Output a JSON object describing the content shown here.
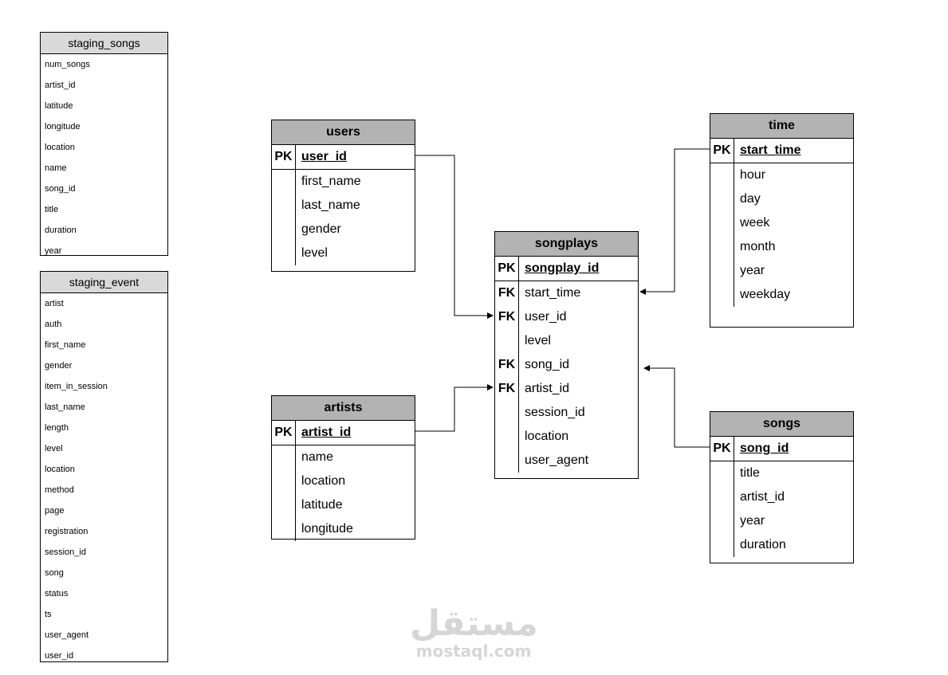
{
  "staging_songs": {
    "title": "staging_songs",
    "fields": [
      "num_songs",
      "artist_id",
      "latitude",
      "longitude",
      "location",
      "name",
      "song_id",
      "title",
      "duration",
      "year"
    ]
  },
  "staging_event": {
    "title": "staging_event",
    "fields": [
      "artist",
      "auth",
      "first_name",
      "gender",
      "item_in_session",
      "last_name",
      "length",
      "level",
      "location",
      "method",
      "page",
      "registration",
      "session_id",
      "song",
      "status",
      "ts",
      "user_agent",
      "user_id"
    ]
  },
  "users": {
    "title": "users",
    "pk": {
      "key": "PK",
      "name": "user_id"
    },
    "fields": [
      {
        "key": "",
        "name": "first_name"
      },
      {
        "key": "",
        "name": "last_name"
      },
      {
        "key": "",
        "name": "gender"
      },
      {
        "key": "",
        "name": "level"
      }
    ]
  },
  "artists": {
    "title": "artists",
    "pk": {
      "key": "PK",
      "name": "artist_id"
    },
    "fields": [
      {
        "key": "",
        "name": "name"
      },
      {
        "key": "",
        "name": "location"
      },
      {
        "key": "",
        "name": "latitude"
      },
      {
        "key": "",
        "name": "longitude"
      }
    ]
  },
  "songplays": {
    "title": "songplays",
    "pk": {
      "key": "PK",
      "name": "songplay_id"
    },
    "fields": [
      {
        "key": "FK",
        "name": "start_time"
      },
      {
        "key": "FK",
        "name": "user_id"
      },
      {
        "key": "",
        "name": "level"
      },
      {
        "key": "FK",
        "name": "song_id"
      },
      {
        "key": "FK",
        "name": "artist_id"
      },
      {
        "key": "",
        "name": "session_id"
      },
      {
        "key": "",
        "name": "location"
      },
      {
        "key": "",
        "name": "user_agent"
      }
    ]
  },
  "time": {
    "title": "time",
    "pk": {
      "key": "PK",
      "name": "start_time"
    },
    "fields": [
      {
        "key": "",
        "name": "hour"
      },
      {
        "key": "",
        "name": "day"
      },
      {
        "key": "",
        "name": "week"
      },
      {
        "key": "",
        "name": "month"
      },
      {
        "key": "",
        "name": "year"
      },
      {
        "key": "",
        "name": "weekday"
      }
    ]
  },
  "songs": {
    "title": "songs",
    "pk": {
      "key": "PK",
      "name": "song_id"
    },
    "fields": [
      {
        "key": "",
        "name": "title"
      },
      {
        "key": "",
        "name": "artist_id"
      },
      {
        "key": "",
        "name": "year"
      },
      {
        "key": "",
        "name": "duration"
      }
    ]
  },
  "watermark": {
    "arabic": "مستقل",
    "latin": "mostaql.com"
  }
}
